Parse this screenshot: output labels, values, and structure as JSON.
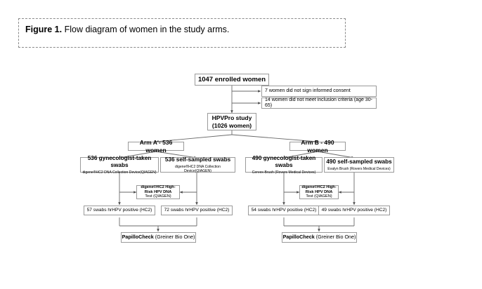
{
  "caption": {
    "figure_number": "Figure 1.",
    "text": "Flow diagram of women in the study arms."
  },
  "colors": {
    "border": "#9a9a9a",
    "connector": "#5a5a5a",
    "text": "#000000",
    "caption_border": "#8a8a8a",
    "background": "#ffffff"
  },
  "flow": {
    "root": {
      "label": "1047 enrolled women"
    },
    "exclusions": [
      {
        "label": "7 women did not sign informed consent"
      },
      {
        "label": "14 women did not meet inclusion criteria (age 30-65)"
      }
    ],
    "study": {
      "line1": "HPVPro study",
      "line2": "(1026 women)"
    },
    "arms": [
      {
        "label": "Arm A - 536 women"
      },
      {
        "label": "Arm B - 490 women"
      }
    ],
    "swabs": [
      {
        "title": "536 gynecologist-taken swabs",
        "subtitle": "digene®HC2 DNA Collection Device(QIAGEN)"
      },
      {
        "title": "536 self-sampled swabs",
        "subtitle": "digene®HC2 DNA Collection Device(QIAGEN)"
      },
      {
        "title": "490 gynecologist-taken swabs",
        "subtitle": "Cervex-Brush (Rovers Medical Devices)"
      },
      {
        "title": "490 self-sampled swabs",
        "subtitle": "Evalyn Brush (Rovers Medical Devices)"
      }
    ],
    "tests": [
      {
        "line1": "digene®HC2 High-Risk HPV DNA",
        "line2": "Test (QIAGEN)"
      },
      {
        "line1": "digene®HC2 High-Risk HPV DNA",
        "line2": "Test (QIAGEN)"
      }
    ],
    "positives": [
      {
        "label": "57 swabs hrHPV positive (HC2)"
      },
      {
        "label": "72 swabs hrHPV positive (HC2)"
      },
      {
        "label": "54 swabs hrHPV positive (HC2)"
      },
      {
        "label": "49 swabs hrHPV positive (HC2)"
      }
    ],
    "final": [
      {
        "brand": "PapilloCheck",
        "maker": " (Greiner Bio One)"
      },
      {
        "brand": "PapilloCheck",
        "maker": " (Greiner Bio One)"
      }
    ]
  }
}
